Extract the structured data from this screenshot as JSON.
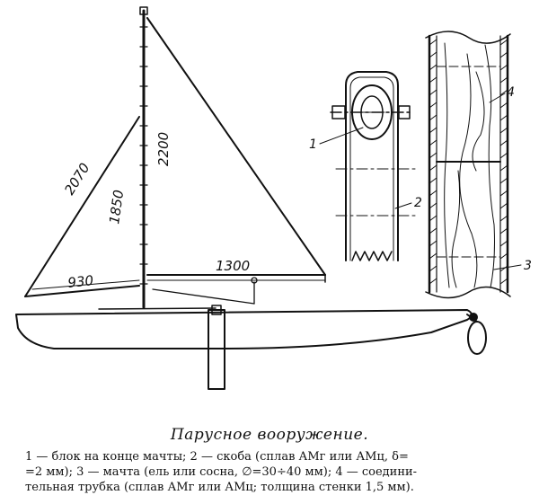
{
  "diagram": {
    "dimensions": {
      "luff": "2070",
      "mast": "2200",
      "leech": "1850",
      "foot": "930",
      "boom": "1300"
    },
    "callouts": {
      "c1": "1",
      "c2": "2",
      "c3": "3",
      "c4": "4"
    }
  },
  "caption": {
    "title": "Парусное вооружение.",
    "lines": [
      "1 — блок на конце мачты; 2 — скоба (сплав АМг или АМц, δ=",
      "=2 мм); 3 — мачта (ель или сосна, ∅=30÷40 мм); 4 — соедини-",
      "тельная трубка (сплав АМг или АМц; толщина стенки 1,5 мм)."
    ]
  }
}
